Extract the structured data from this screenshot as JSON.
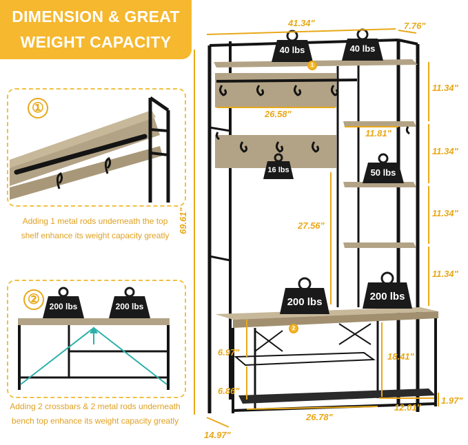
{
  "banner": {
    "line1": "DIMENSION & GREAT",
    "line2": "WEIGHT CAPACITY"
  },
  "callout1": {
    "number": "①",
    "caption_line1": "Adding 1 metal rods underneath the top",
    "caption_line2": "shelf enhance its weight capacity greatly"
  },
  "callout2": {
    "number": "②",
    "weight_left": "200 lbs",
    "weight_right": "200 lbs",
    "caption_line1": "Adding 2 crossbars & 2 metal rods underneath",
    "caption_line2": "bench top enhance its weight capacity greatly"
  },
  "weights": {
    "top_left": "40 lbs",
    "top_right": "40 lbs",
    "hook_board": "16 lbs",
    "shelf": "50 lbs",
    "bench_left": "200 lbs",
    "bench_right": "200 lbs"
  },
  "markers": {
    "top": "1",
    "bench": "2"
  },
  "dimensions": {
    "width": "41.34\"",
    "depth": "7.76\"",
    "height": "69.61\"",
    "shelf_gap_1": "11.34\"",
    "shelf_gap_2": "11.34\"",
    "shelf_gap_3": "11.34\"",
    "shelf_gap_4": "11.34\"",
    "board_width": "26.58\"",
    "shelf_width": "11.81\"",
    "hanging_height": "27.56\"",
    "bench_height": "18.41\"",
    "lower_shelf_gap": "6.97\"",
    "bottom_shelf_gap": "6.86\"",
    "bench_width": "26.78\"",
    "shelf_depth": "12.01\"",
    "foot_height": "1.97\"",
    "base_depth": "14.97\""
  },
  "colors": {
    "accent": "#f5b82e",
    "dimension": "#e8a818",
    "frame": "#1a1a1a",
    "wood": "#a99a80"
  }
}
